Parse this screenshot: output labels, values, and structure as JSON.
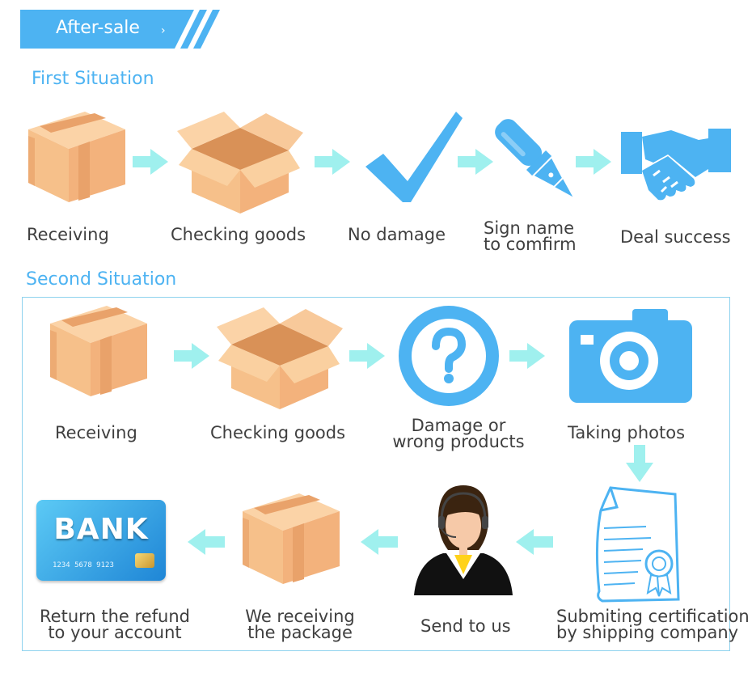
{
  "banner": {
    "title": "After-sale"
  },
  "first_situation": {
    "title": "First Situation",
    "steps": [
      {
        "label": "Receiving",
        "icon": "closed-box-icon"
      },
      {
        "label": "Checking goods",
        "icon": "open-box-icon"
      },
      {
        "label": "No damage",
        "icon": "checkmark-icon"
      },
      {
        "label_line1": "Sign name",
        "label_line2": "to comfirm",
        "icon": "pen-icon"
      },
      {
        "label": "Deal success",
        "icon": "handshake-icon"
      }
    ]
  },
  "second_situation": {
    "title": "Second Situation",
    "steps": [
      {
        "label": "Receiving",
        "icon": "closed-box-icon"
      },
      {
        "label": "Checking goods",
        "icon": "open-box-icon"
      },
      {
        "label_line1": "Damage or",
        "label_line2": "wrong products",
        "icon": "question-icon"
      },
      {
        "label": "Taking photos",
        "icon": "camera-icon"
      },
      {
        "label_line1": "Submiting certification",
        "label_line2": "by shipping company",
        "icon": "certificate-icon"
      },
      {
        "label": "Send to us",
        "icon": "customer-service-icon"
      },
      {
        "label_line1": "We receiving",
        "label_line2": "the package",
        "icon": "closed-box-icon"
      },
      {
        "label_line1": "Return the refund",
        "label_line2": "to your account",
        "icon": "bank-card-icon"
      }
    ]
  },
  "bank_card": {
    "brand": "BANK",
    "number": "1234 5678 9123"
  },
  "colors": {
    "accent_blue": "#4db3f2",
    "arrow": "#9ff0ee",
    "box": "#f6c08a",
    "tape": "#e9a26a"
  }
}
